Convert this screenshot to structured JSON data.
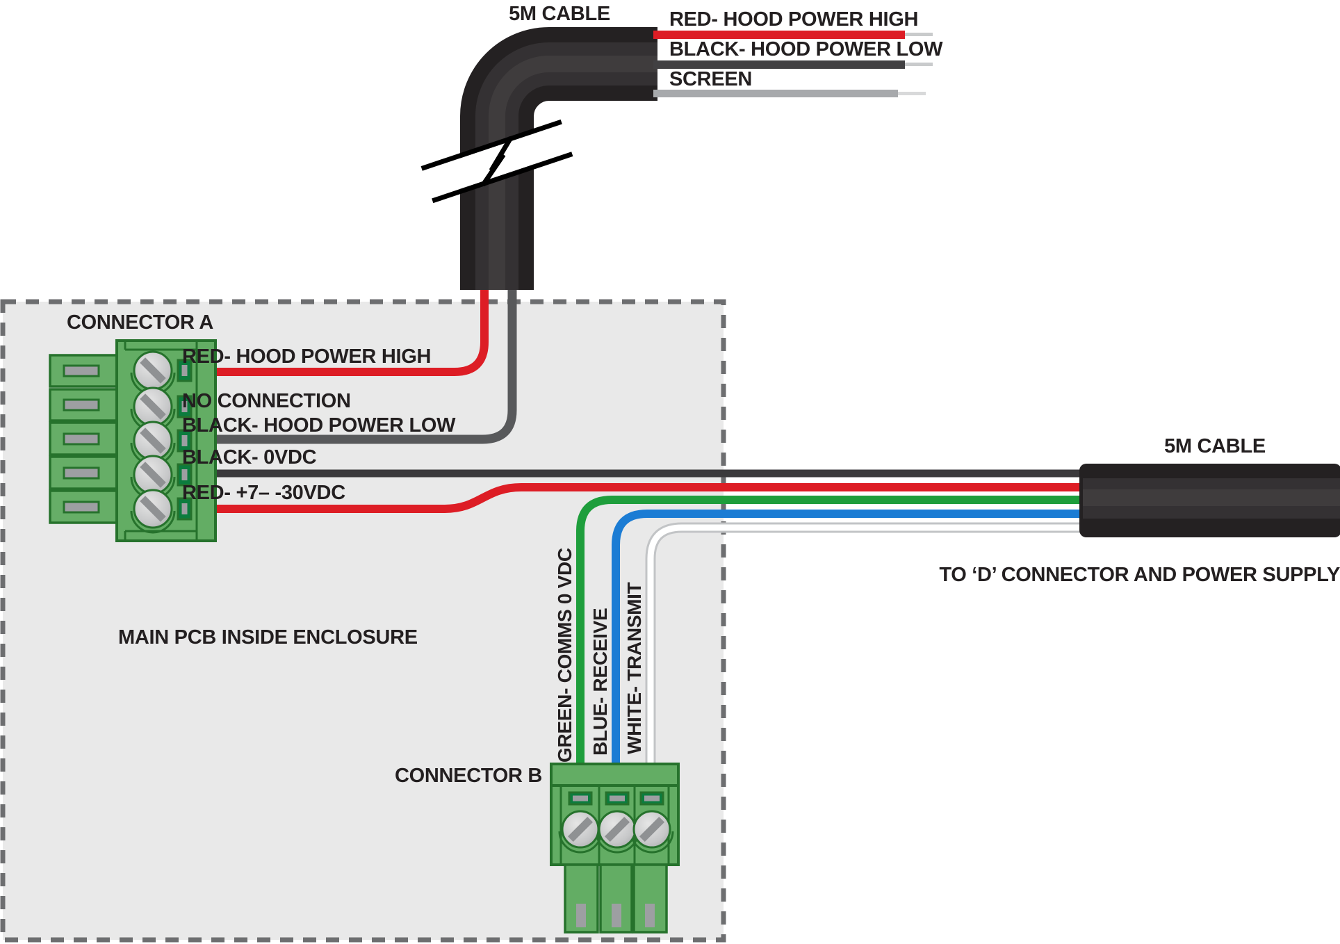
{
  "top_cable": {
    "label": "5M CABLE",
    "wires": [
      {
        "name": "red-hood-power-high",
        "label": "RED- HOOD POWER HIGH",
        "color": "#DD1D25"
      },
      {
        "name": "black-hood-power-low",
        "label": "BLACK- HOOD POWER LOW",
        "color": "#414042"
      },
      {
        "name": "screen",
        "label": "SCREEN",
        "color": "#A7A9AC"
      }
    ]
  },
  "enclosure": {
    "label": "MAIN PCB INSIDE ENCLOSURE",
    "fill": "#E9E9E9",
    "border": "#6D6E70"
  },
  "connector_a": {
    "title": "CONNECTOR A",
    "rows": [
      {
        "label": "RED- HOOD POWER HIGH",
        "wire_color": "#DD1D25"
      },
      {
        "label": "NO CONNECTION",
        "wire_color": null
      },
      {
        "label": "BLACK- HOOD POWER LOW",
        "wire_color": "#58595B"
      },
      {
        "label": "BLACK- 0VDC",
        "wire_color": "#3B3A3C"
      },
      {
        "label": "RED- +7– -30VDC",
        "wire_color": "#DD1D25"
      }
    ]
  },
  "connector_b": {
    "title": "CONNECTOR B",
    "pins": [
      {
        "label": "GREEN- COMMS 0 VDC",
        "wire_color": "#1E9E3C"
      },
      {
        "label": "BLUE- RECEIVE",
        "wire_color": "#1B7CD4"
      },
      {
        "label": "WHITE- TRANSMIT",
        "wire_color": "#FFFFFF"
      }
    ]
  },
  "right_cable": {
    "label": "5M CABLE",
    "destination": "TO ‘D’ CONNECTOR AND POWER SUPPLY"
  },
  "connector_color": "#63AD64"
}
